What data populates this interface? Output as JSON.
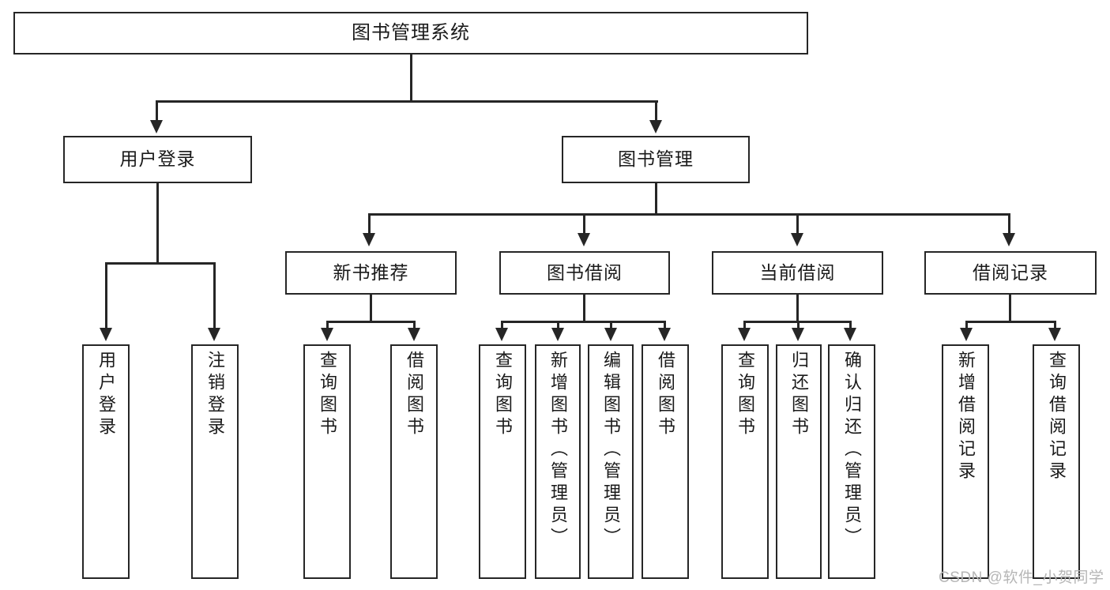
{
  "diagram": {
    "type": "tree",
    "title": "图书管理系统",
    "root": {
      "label": "图书管理系统"
    },
    "level2": [
      {
        "id": "user-login",
        "label": "用户登录"
      },
      {
        "id": "book-management",
        "label": "图书管理"
      }
    ],
    "level3": [
      {
        "id": "new-book-recommend",
        "label": "新书推荐"
      },
      {
        "id": "book-borrow",
        "label": "图书借阅"
      },
      {
        "id": "current-borrow",
        "label": "当前借阅"
      },
      {
        "id": "borrow-record",
        "label": "借阅记录"
      }
    ],
    "leaves": {
      "user_login": [
        {
          "id": "leaf-user-login",
          "label": "用户登录"
        },
        {
          "id": "leaf-logout-login",
          "label": "注销登录"
        }
      ],
      "new_book_recommend": [
        {
          "id": "leaf-query-book-1",
          "label": "查询图书"
        },
        {
          "id": "leaf-borrow-book-1",
          "label": "借阅图书"
        }
      ],
      "book_borrow": [
        {
          "id": "leaf-query-book-2",
          "label": "查询图书"
        },
        {
          "id": "leaf-add-book",
          "label": "新增图书（管理员）"
        },
        {
          "id": "leaf-edit-book",
          "label": "编辑图书（管理员）"
        },
        {
          "id": "leaf-borrow-book-2",
          "label": "借阅图书"
        }
      ],
      "current_borrow": [
        {
          "id": "leaf-query-book-3",
          "label": "查询图书"
        },
        {
          "id": "leaf-return-book",
          "label": "归还图书"
        },
        {
          "id": "leaf-confirm-return",
          "label": "确认归还（管理员）"
        }
      ],
      "borrow_record": [
        {
          "id": "leaf-add-record",
          "label": "新增借阅记录"
        },
        {
          "id": "leaf-query-record",
          "label": "查询借阅记录"
        }
      ]
    }
  },
  "watermark": {
    "text": "CSDN @软件_小贺同学"
  },
  "colors": {
    "stroke": "#262626",
    "fill": "#ffffff",
    "text": "#1a1a1a",
    "watermark": "#b6b6b6"
  }
}
